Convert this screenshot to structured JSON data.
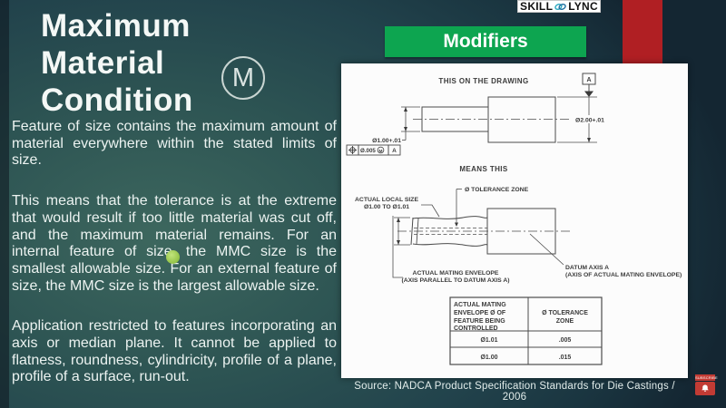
{
  "brand": {
    "skill": "SKILL",
    "lync": "LYNC",
    "link_icon": "chain-link-icon"
  },
  "banner": {
    "label": "Modifiers"
  },
  "title": {
    "line1": "Maximum",
    "line2": "Material",
    "line3": "Condition",
    "symbol": "M"
  },
  "paragraphs": {
    "p1": "Feature of size contains the maximum amount of material everywhere within the stated limits of size.",
    "p2": "This means that the tolerance is at the extreme that would result if too little material was cut off, and the maximum material remains. For an internal feature of size, the MMC size is the smallest allowable size.  For an external feature of size, the MMC size is the largest allowable size.",
    "p3": "Application restricted to features incorporating an axis or median plane. It cannot be applied to flatness, roundness, cylindricity, profile of a plane, profile of a surface, run-out."
  },
  "diagram": {
    "heading_top": "THIS ON THE DRAWING",
    "heading_means": "MEANS THIS",
    "datum_flag": "A",
    "dim_large": "Ø2.00+.01",
    "dim_small": "Ø1.00+.01",
    "fcf": {
      "tolerance": "Ø.005",
      "modifier": "M",
      "datum": "A"
    },
    "tolerance_zone_label": "Ø TOLERANCE ZONE",
    "actual_local_size": [
      "ACTUAL LOCAL SIZE",
      "Ø1.00 TO Ø1.01"
    ],
    "mating_envelope": [
      "ACTUAL MATING ENVELOPE",
      "(AXIS PARALLEL TO DATUM AXIS A)"
    ],
    "datum_axis": [
      "DATUM AXIS A",
      "(AXIS OF ACTUAL MATING ENVELOPE)"
    ],
    "table": {
      "col1_lines": [
        "ACTUAL MATING",
        "ENVELOPE Ø OF",
        "FEATURE BEING",
        "CONTROLLED"
      ],
      "col2_lines": [
        "Ø TOLERANCE",
        "ZONE"
      ],
      "rows": [
        {
          "envelope": "Ø1.01",
          "zone": ".005"
        },
        {
          "envelope": "Ø1.00",
          "zone": ".015"
        }
      ]
    }
  },
  "footer": {
    "source": "Source: NADCA Product Specification Standards for Die Castings / 2006"
  },
  "subscribe": {
    "label": "SUBSCRIBE"
  },
  "colors": {
    "accent_green": "#0DA550",
    "accent_red": "#B01F23",
    "slide_teal": "#2D5453",
    "laser_green": "#93C347",
    "logo_link_teal": "#2AA9C0"
  }
}
